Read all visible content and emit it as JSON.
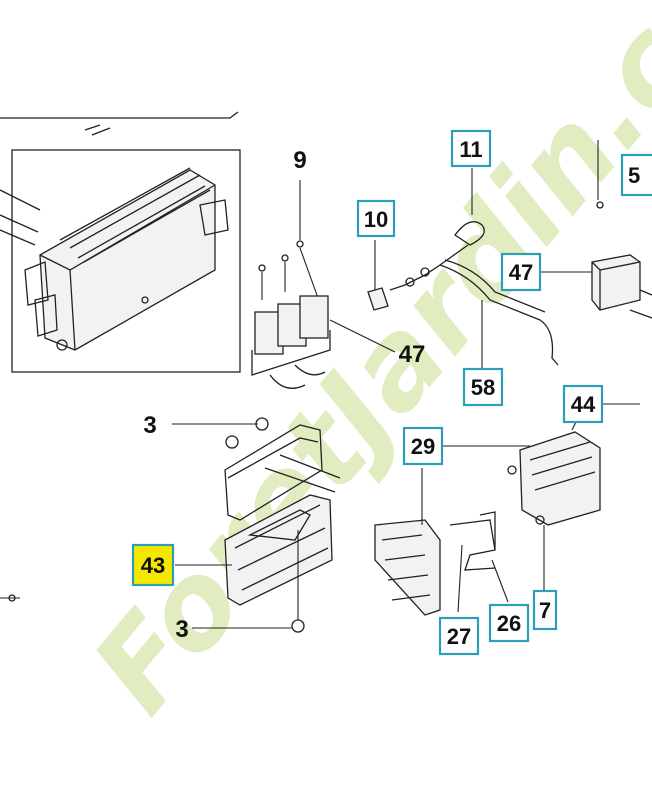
{
  "diagram": {
    "callouts": [
      {
        "id": "c9",
        "label": "9",
        "boxed": false,
        "highlight": false
      },
      {
        "id": "c10",
        "label": "10",
        "boxed": true,
        "highlight": false
      },
      {
        "id": "c11",
        "label": "11",
        "boxed": true,
        "highlight": false
      },
      {
        "id": "c5",
        "label": "5",
        "boxed": true,
        "highlight": false
      },
      {
        "id": "c47a",
        "label": "47",
        "boxed": false,
        "highlight": false
      },
      {
        "id": "c47b",
        "label": "47",
        "boxed": true,
        "highlight": false
      },
      {
        "id": "c58",
        "label": "58",
        "boxed": true,
        "highlight": false
      },
      {
        "id": "c44",
        "label": "44",
        "boxed": true,
        "highlight": false
      },
      {
        "id": "c3a",
        "label": "3",
        "boxed": false,
        "highlight": false
      },
      {
        "id": "c29",
        "label": "29",
        "boxed": true,
        "highlight": false
      },
      {
        "id": "c43",
        "label": "43",
        "boxed": true,
        "highlight": true
      },
      {
        "id": "c3b",
        "label": "3",
        "boxed": false,
        "highlight": false
      },
      {
        "id": "c7",
        "label": "7",
        "boxed": true,
        "highlight": false
      },
      {
        "id": "c27",
        "label": "27",
        "boxed": true,
        "highlight": false
      },
      {
        "id": "c26",
        "label": "26",
        "boxed": true,
        "highlight": false
      }
    ],
    "watermark": "ForetJardin.com",
    "colors": {
      "callout_border": "#2b9fb8",
      "highlight_fill": "#f4e800",
      "line_art": "#222222",
      "watermark": "#c9dd8f"
    }
  }
}
